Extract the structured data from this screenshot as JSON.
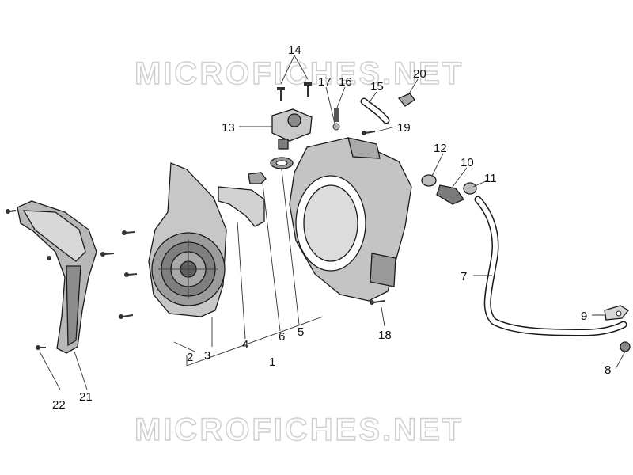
{
  "watermark": {
    "top": "MICROFICHES.NET",
    "bottom": "MICROFICHES.NET"
  },
  "callouts": [
    {
      "id": "c1",
      "label": "1"
    },
    {
      "id": "c2",
      "label": "2"
    },
    {
      "id": "c3",
      "label": "3"
    },
    {
      "id": "c4",
      "label": "4"
    },
    {
      "id": "c5",
      "label": "5"
    },
    {
      "id": "c6",
      "label": "6"
    },
    {
      "id": "c7",
      "label": "7"
    },
    {
      "id": "c8",
      "label": "8"
    },
    {
      "id": "c9",
      "label": "9"
    },
    {
      "id": "c10",
      "label": "10"
    },
    {
      "id": "c11",
      "label": "11"
    },
    {
      "id": "c12",
      "label": "12"
    },
    {
      "id": "c13",
      "label": "13"
    },
    {
      "id": "c14",
      "label": "14"
    },
    {
      "id": "c15",
      "label": "15"
    },
    {
      "id": "c16",
      "label": "16"
    },
    {
      "id": "c17",
      "label": "17"
    },
    {
      "id": "c18",
      "label": "18"
    },
    {
      "id": "c19",
      "label": "19"
    },
    {
      "id": "c20",
      "label": "20"
    },
    {
      "id": "c21",
      "label": "21"
    },
    {
      "id": "c22",
      "label": "22"
    }
  ]
}
